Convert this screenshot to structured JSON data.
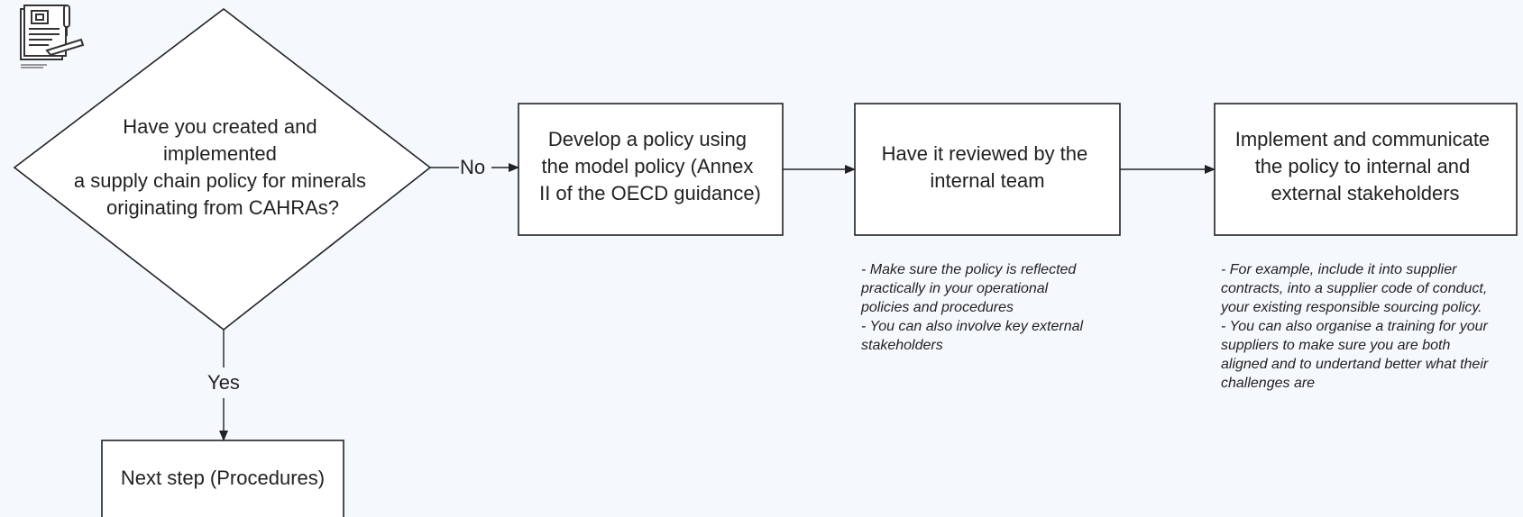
{
  "decision": {
    "lines": [
      "Have you created and",
      "implemented",
      "a supply chain policy for minerals",
      "originating from CAHRAs?"
    ]
  },
  "edges": {
    "no_label": "No",
    "yes_label": "Yes"
  },
  "steps": [
    {
      "lines": [
        "Develop a policy using",
        "the model policy (Annex",
        "II of the OECD guidance)"
      ]
    },
    {
      "lines": [
        "Have it reviewed by the",
        "internal team"
      ]
    },
    {
      "lines": [
        "Implement and communicate",
        "the policy to internal and",
        "external stakeholders"
      ]
    }
  ],
  "next_step": {
    "label": "Next step (Procedures)"
  },
  "notes": {
    "review": [
      "- Make sure the policy is reflected",
      "practically in your operational",
      "policies and procedures",
      "- You can also involve key external",
      "stakeholders"
    ],
    "implement": [
      "- For example, include it into supplier",
      "contracts, into a supplier code of conduct,",
      "your existing responsible sourcing policy.",
      "- You can also organise a training for your",
      "suppliers to make sure you are both",
      "aligned and to undertand better what their",
      "challenges are"
    ]
  },
  "icon": {
    "name": "contract-document-icon"
  },
  "colors": {
    "background": "#f5f9fd",
    "stroke": "#222222",
    "fill": "#ffffff"
  }
}
